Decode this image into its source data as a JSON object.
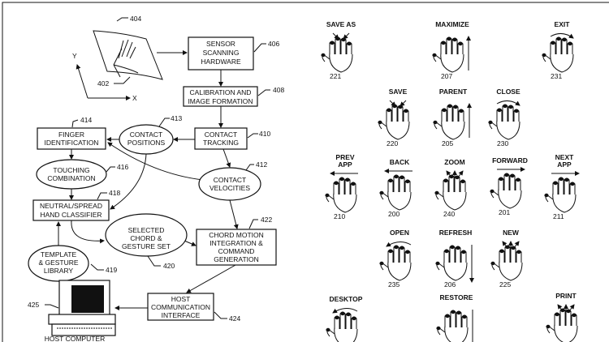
{
  "flowchart": {
    "surface": {
      "ref": "404"
    },
    "hand": {
      "ref": "402"
    },
    "axes": {
      "x": "X",
      "y": "Y"
    },
    "sensor": {
      "lines": [
        "SENSOR",
        "SCANNING",
        "HARDWARE"
      ],
      "ref": "406"
    },
    "calibration": {
      "lines": [
        "CALIBRATION AND",
        "IMAGE FORMATION"
      ],
      "ref": "408"
    },
    "tracking": {
      "lines": [
        "CONTACT",
        "TRACKING"
      ],
      "ref": "410"
    },
    "velocities": {
      "lines": [
        "CONTACT",
        "VELOCITIES"
      ],
      "ref": "412"
    },
    "positions": {
      "lines": [
        "CONTACT",
        "POSITIONS"
      ],
      "ref": "413"
    },
    "finger_id": {
      "lines": [
        "FINGER",
        "IDENTIFICATION"
      ],
      "ref": "414"
    },
    "touching": {
      "lines": [
        "TOUCHING",
        "COMBINATION"
      ],
      "ref": "416"
    },
    "classifier": {
      "lines": [
        "NEUTRAL/SPREAD",
        "HAND CLASSIFIER"
      ],
      "ref": "418"
    },
    "template": {
      "lines": [
        "TEMPLATE",
        "& GESTURE",
        "LIBRARY"
      ],
      "ref": "419"
    },
    "selected": {
      "lines": [
        "SELECTED",
        "CHORD &",
        "GESTURE SET"
      ],
      "ref": "420"
    },
    "chord": {
      "lines": [
        "CHORD MOTION",
        "INTEGRATION &",
        "COMMAND",
        "GENERATION"
      ],
      "ref": "422"
    },
    "host_iface": {
      "lines": [
        "HOST",
        "COMMUNICATION",
        "INTERFACE"
      ],
      "ref": "424"
    },
    "computer": {
      "ref": "425",
      "label": "HOST COMPUTER"
    }
  },
  "gestures": [
    {
      "label": [
        "SAVE AS"
      ],
      "ref": "221",
      "motion": "contract"
    },
    {
      "label": [
        "MAXIMIZE"
      ],
      "ref": "207",
      "motion": "up"
    },
    {
      "label": [
        "EXIT"
      ],
      "ref": "231",
      "motion": "rotate-cw"
    },
    {
      "label": [
        "SAVE"
      ],
      "ref": "220",
      "motion": "contract"
    },
    {
      "label": [
        "PARENT"
      ],
      "ref": "205",
      "motion": "up"
    },
    {
      "label": [
        "CLOSE"
      ],
      "ref": "230",
      "motion": "rotate-cw"
    },
    {
      "label": [
        "PREV",
        "APP"
      ],
      "ref": "210",
      "motion": "left"
    },
    {
      "label": [
        "BACK"
      ],
      "ref": "200",
      "motion": "left"
    },
    {
      "label": [
        "ZOOM"
      ],
      "ref": "240",
      "motion": "expand"
    },
    {
      "label": [
        "FORWARD"
      ],
      "ref": "201",
      "motion": "right"
    },
    {
      "label": [
        "NEXT",
        "APP"
      ],
      "ref": "211",
      "motion": "right"
    },
    {
      "label": [
        "OPEN"
      ],
      "ref": "235",
      "motion": "rotate-ccw"
    },
    {
      "label": [
        "REFRESH"
      ],
      "ref": "206",
      "motion": "down"
    },
    {
      "label": [
        "NEW"
      ],
      "ref": "225",
      "motion": "expand"
    },
    {
      "label": [
        "DESKTOP"
      ],
      "ref": "",
      "motion": "rotate-ccw"
    },
    {
      "label": [
        "RESTORE"
      ],
      "ref": "",
      "motion": "down"
    },
    {
      "label": [
        "PRINT"
      ],
      "ref": "",
      "motion": "expand"
    }
  ]
}
